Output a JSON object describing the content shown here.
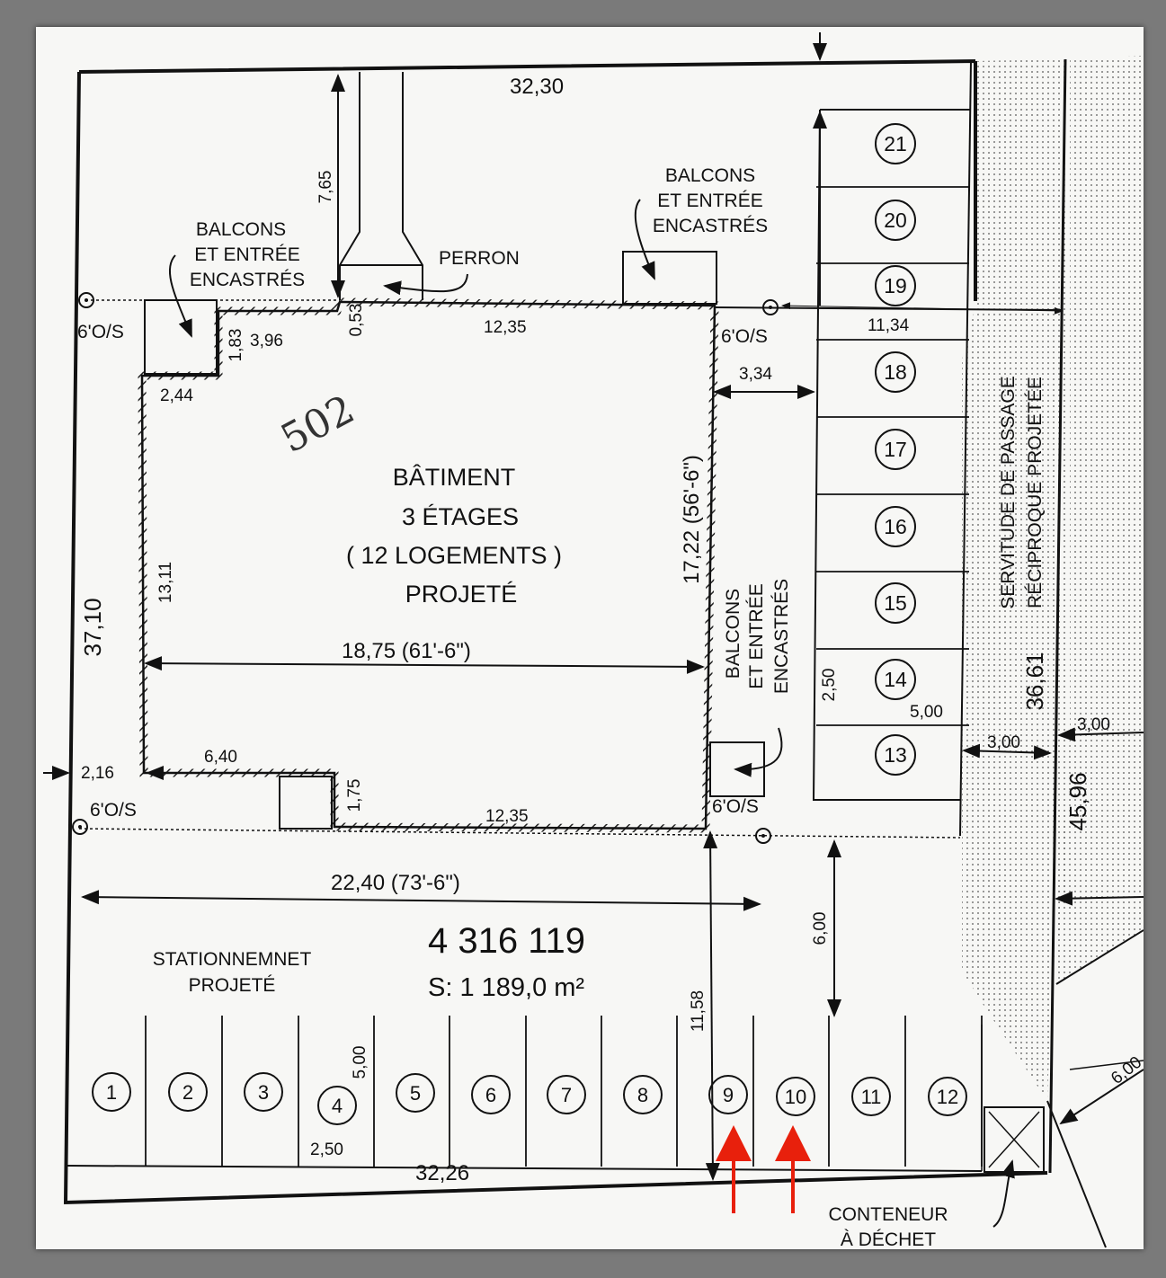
{
  "colors": {
    "paper": "#f7f7f5",
    "ink": "#111111",
    "frame": "#7a7a7a",
    "arrow": "#e8200c",
    "hatch": "#bdbdbd"
  },
  "plan": {
    "lot_number": "4 316 119",
    "area": "S: 1 189,0 m²",
    "handwritten_number": "502",
    "building": {
      "line1": "BÂTIMENT",
      "line2": "3 ÉTAGES",
      "line3": "( 12 LOGEMENTS )",
      "line4": "PROJETÉ"
    },
    "labels": {
      "balcons_line1": "BALCONS",
      "balcons_line2": "ET ENTRÉE",
      "balcons_line3": "ENCASTRÉS",
      "perron": "PERRON",
      "parking_line1": "STATIONNEMNET",
      "parking_line2": "PROJETÉ",
      "servitude_line1": "SERVITUDE DE PASSAGE",
      "servitude_line2": "RÉCIPROQUE PROJETÉE",
      "conteneur_line1": "CONTENEUR",
      "conteneur_line2": "À DÉCHET",
      "offset": "6'O/S"
    },
    "dimensions": {
      "top": "32,30",
      "bottom": "32,26",
      "left": "37,10",
      "right": "45,96",
      "front": "7,65",
      "perron_gap": "0,53",
      "notch_w": "3,96",
      "notch_h": "1,83",
      "notch_w2": "2,44",
      "side_left": "13,11",
      "building_top": "12,35",
      "building_bottom": "12,35",
      "building_side": "17,22 (56'-6\")",
      "building_width": "18,75 (61'-6\")",
      "bottom_notch": "6,40",
      "bottom_notch_h": "1,75",
      "corner": "2,16",
      "lot_width": "22,40  (73'-6\")",
      "right_gap": "3,34",
      "right_parking": "11,34",
      "stall_w": "2,50",
      "stall_l": "5,00",
      "servitude": "36,61",
      "serv_w1": "3,00",
      "serv_w2": "3,00",
      "aisle": "6,00",
      "front_dim": "11,58",
      "stall_w2": "2,50",
      "stall_l2": "5,00",
      "corner_dim": "6,00"
    },
    "stalls_bottom": [
      "1",
      "2",
      "3",
      "4",
      "5",
      "6",
      "7",
      "8",
      "9",
      "10",
      "11",
      "12"
    ],
    "stalls_right": [
      "21",
      "20",
      "19",
      "18",
      "17",
      "16",
      "15",
      "14",
      "13"
    ]
  }
}
